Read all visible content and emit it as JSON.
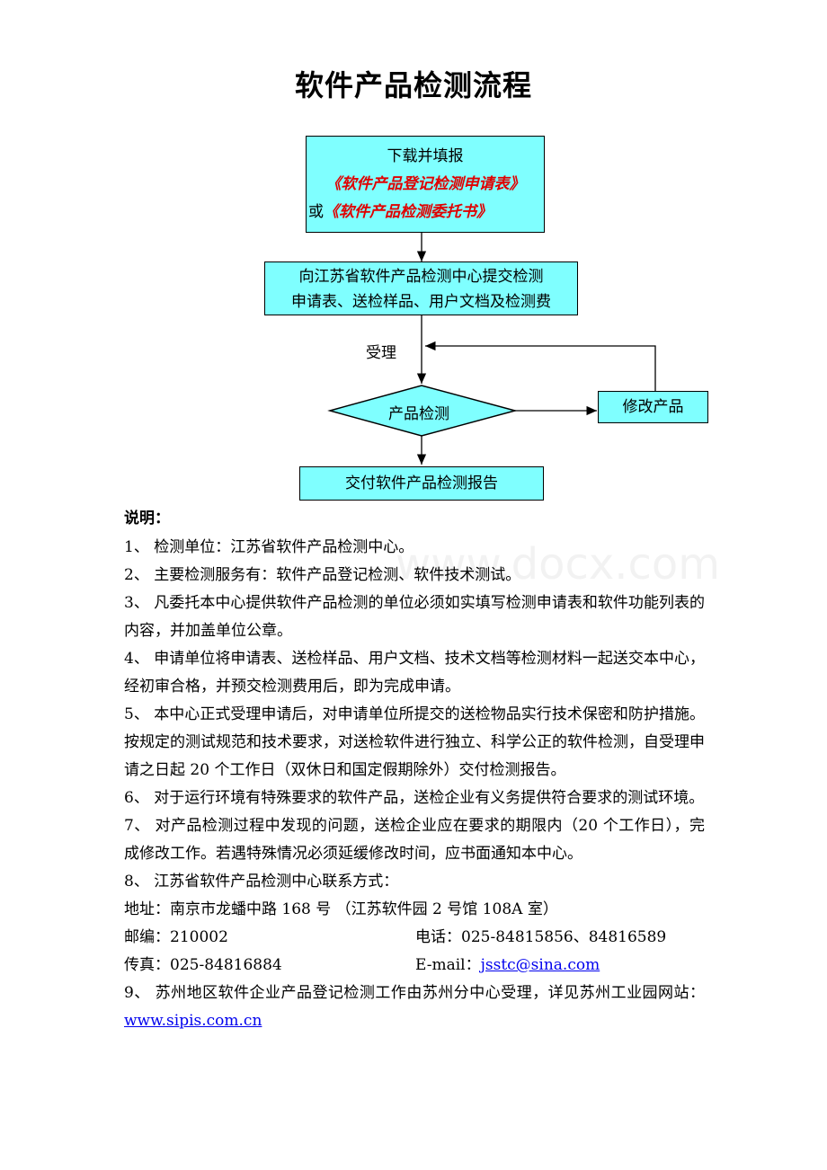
{
  "title": "软件产品检测流程",
  "flow": {
    "box1_line1": "下载并填报",
    "box1_form1": "《软件产品登记检测申请表》",
    "box1_or": "或",
    "box1_form2": "《软件产品检测委托书》",
    "box2_line1": "向江苏省软件产品检测中心提交检测",
    "box2_line2": "申请表、送检样品、用户文档及检测费",
    "accept_label": "受理",
    "diamond_label": "产品检测",
    "modify_label": "修改产品",
    "final_label": "交付软件产品检测报告"
  },
  "watermark": "www.docx.com",
  "notes_title": "说明：",
  "notes": {
    "n1": "1、 检测单位：江苏省软件产品检测中心。",
    "n2": "2、 主要检测服务有：软件产品登记检测、软件技术测试。",
    "n3": "3、 凡委托本中心提供软件产品检测的单位必须如实填写检测申请表和软件功能列表的内容，并加盖单位公章。",
    "n4": "4、 申请单位将申请表、送检样品、用户文档、技术文档等检测材料一起送交本中心，经初审合格，并预交检测费用后，即为完成申请。",
    "n5": "5、 本中心正式受理申请后，对申请单位所提交的送检物品实行技术保密和防护措施。按规定的测试规范和技术要求，对送检软件进行独立、科学公正的软件检测，自受理申请之日起 20 个工作日（双休日和国定假期除外）交付检测报告。",
    "n6": "6、 对于运行环境有特殊要求的软件产品，送检企业有义务提供符合要求的测试环境。",
    "n7": "7、 对产品检测过程中发现的问题，送检企业应在要求的期限内（20 个工作日），完成修改工作。若遇特殊情况必须延缓修改时间，应书面通知本中心。",
    "n8": "8、 江苏省软件产品检测中心联系方式：",
    "address": "地址：南京市龙蟠中路 168 号 （江苏软件园 2 号馆 108A 室）",
    "postcode": "邮编：210002",
    "phone": "电话：025-84815856、84816589",
    "fax": "传真：025-84816884",
    "email_label": "E-mail：",
    "email": "jsstc@sina.com",
    "n9": "9、 苏州地区软件企业产品登记检测工作由苏州分中心受理，详见苏州工业园网站：",
    "website": "www.sipis.com.cn"
  }
}
